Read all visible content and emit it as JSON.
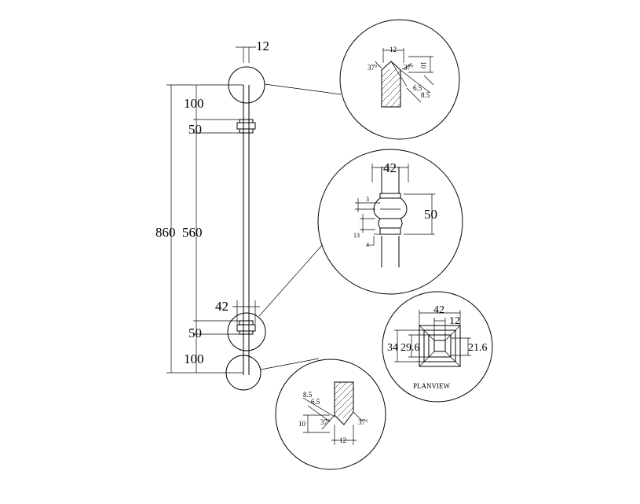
{
  "elevation": {
    "overall_height": "860",
    "middle_span": "560",
    "top_end": "100",
    "top_collar": "50",
    "bottom_collar": "50",
    "bottom_end": "100",
    "top_width": "12",
    "collar_width": "42"
  },
  "detail_top": {
    "width": "12",
    "angle_left": "37°",
    "angle_right": "37°",
    "height": "10",
    "chamfer_a": "6.5",
    "chamfer_b": "8.5"
  },
  "detail_collar": {
    "width": "42",
    "height": "50",
    "dim_3": "3",
    "dim_13": "13",
    "dim_4": "4"
  },
  "plan_view": {
    "outer": "42",
    "inner": "12",
    "dim_34": "34",
    "dim_29_6": "29.6",
    "dim_21_6": "21.6",
    "label": "PLANVIEW"
  },
  "detail_bottom": {
    "chamfer_b": "8.5",
    "chamfer_a": "6.5",
    "height": "10",
    "angle_left": "37°",
    "angle_right": "37°",
    "width": "12"
  }
}
